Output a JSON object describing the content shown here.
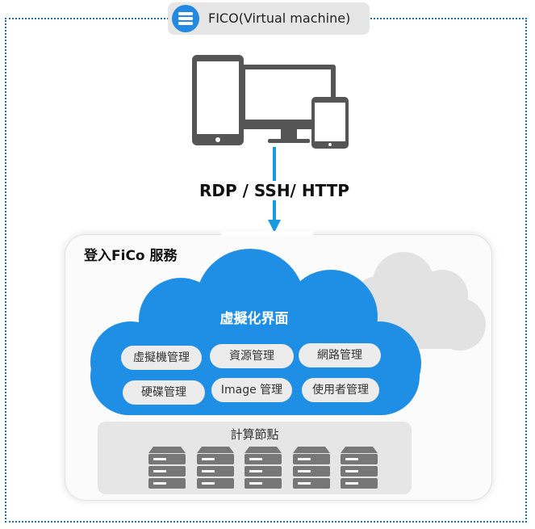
{
  "vm_badge": {
    "label": "FICO(Virtual machine)",
    "icon": "server-stack-icon"
  },
  "connection": {
    "protocols": "RDP / SSH/ HTTP"
  },
  "service": {
    "title": "登入FiCo 服務",
    "cloud": {
      "title": "虛擬化界面",
      "modules": [
        "虛擬機管理",
        "資源管理",
        "網路管理",
        "硬碟管理",
        "Image 管理",
        "使用者管理"
      ]
    },
    "compute": {
      "title": "計算節點",
      "server_icon": "server-rack-icon"
    }
  },
  "colors": {
    "frame": "#1a6fb8",
    "cloud": "#1f8fe5",
    "arrow": "#1a9be0",
    "device": "#555555",
    "server": "#777777"
  }
}
